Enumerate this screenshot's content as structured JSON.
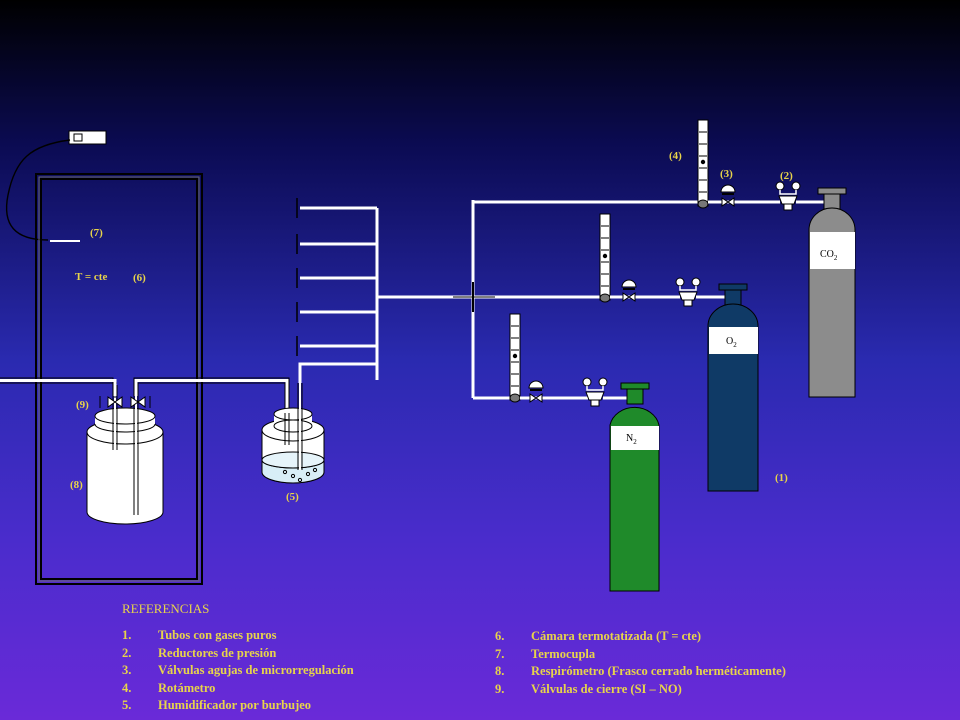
{
  "labels": {
    "l1": "(1)",
    "l2": "(2)",
    "l3": "(3)",
    "l4": "(4)",
    "l5": "(5)",
    "l6": "(6)",
    "l7": "(7)",
    "l8": "(8)",
    "l9": "(9)",
    "t_cte": "T = cte"
  },
  "gases": {
    "co2": "CO",
    "co2_sub": "2",
    "o2": "O",
    "o2_sub": "2",
    "n2": "N",
    "n2_sub": "2"
  },
  "colors": {
    "co2_tank": "#8c8c8c",
    "o2_tank": "#0f3a66",
    "n2_tank": "#1f8a2a",
    "label_yellow": "#e8d44a"
  },
  "references": {
    "title": "REFERENCIAS",
    "left": [
      {
        "num": "1.",
        "text": "Tubos con gases puros"
      },
      {
        "num": "2.",
        "text": "Reductores de presión"
      },
      {
        "num": "3.",
        "text": "Válvulas agujas de microrregulación"
      },
      {
        "num": "4.",
        "text": "Rotámetro"
      },
      {
        "num": "5.",
        "text": "Humidificador por burbujeo"
      }
    ],
    "right": [
      {
        "num": "6.",
        "text": "Cámara termotatizada (T = cte)"
      },
      {
        "num": "7.",
        "text": "Termocupla"
      },
      {
        "num": "8.",
        "text": "Respirómetro (Frasco cerrado herméticamente)"
      },
      {
        "num": "9.",
        "text": "Válvulas de cierre (SI – NO)"
      }
    ]
  }
}
